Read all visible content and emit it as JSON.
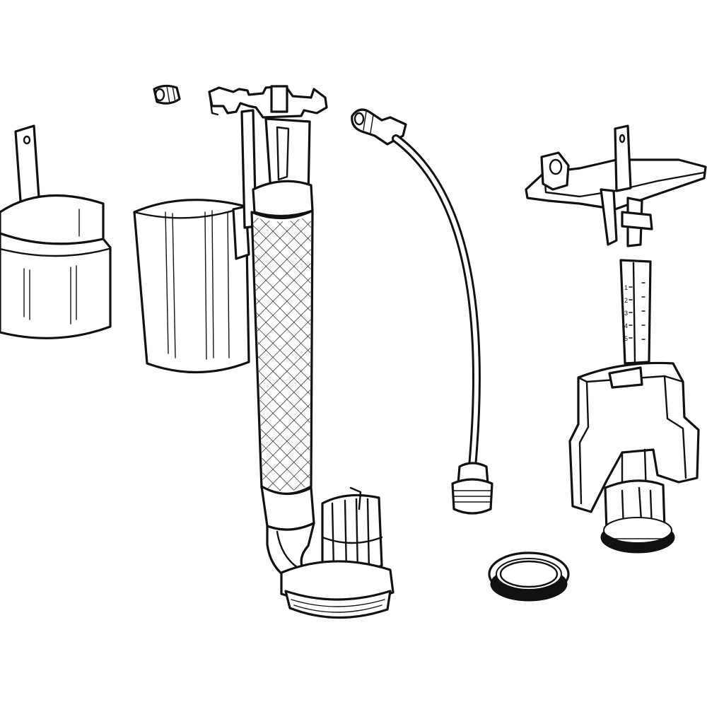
{
  "diagram": {
    "colors": {
      "line": "#111111",
      "fill": "#ffffff",
      "background": "#ffffff"
    },
    "parts": [
      {
        "id": "small-float-with-rod"
      },
      {
        "id": "open-float-cup"
      },
      {
        "id": "fill-valve-with-braided-hose"
      },
      {
        "id": "small-nozzle-fitting"
      },
      {
        "id": "flexible-supply-tube"
      },
      {
        "id": "flush-valve-frame"
      },
      {
        "id": "sealing-ring"
      }
    ],
    "scale": {
      "marks": [
        "1",
        "2",
        "3",
        "4",
        "5"
      ]
    }
  }
}
